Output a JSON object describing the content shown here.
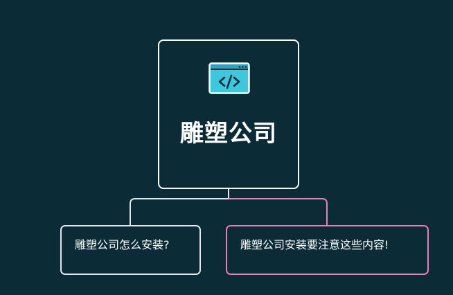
{
  "diagram": {
    "root": {
      "icon": "code-window-icon",
      "label": "雕塑公司"
    },
    "children": [
      {
        "label": "雕塑公司怎么安装?",
        "color": "#e6e6ee"
      },
      {
        "label": "雕塑公司安装要注意这些内容!",
        "color": "#e97fbd"
      }
    ]
  },
  "colors": {
    "background": "#0b2b36",
    "root_border": "#ffffff",
    "icon_fill": "#3ec8de",
    "left_branch": "#e6e6ee",
    "right_branch": "#e97fbd"
  }
}
